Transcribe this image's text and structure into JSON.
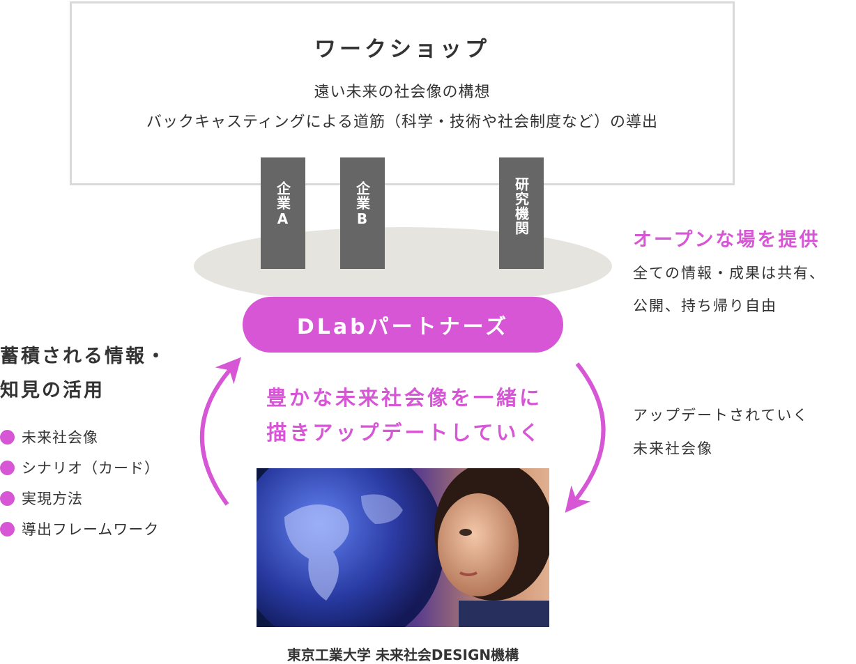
{
  "workshop": {
    "title": "ワークショップ",
    "line1": "遠い未来の社会像の構想",
    "line2": "バックキャスティングによる道筋（科学・技術や社会制度など）の導出"
  },
  "pillars": [
    {
      "label": "企業A"
    },
    {
      "label": "企業B"
    },
    {
      "label": "研究機関"
    }
  ],
  "partners_label": "DLabパートナーズ",
  "center": {
    "line1": "豊かな未来社会像を一緒に",
    "line2": "描きアップデートしていく"
  },
  "left": {
    "heading_line1": "蓄積される情報・",
    "heading_line2": "知見の活用",
    "items": [
      "未来社会像",
      "シナリオ（カード）",
      "実現方法",
      "導出フレームワーク"
    ]
  },
  "right": {
    "heading": "オープンな場を提供",
    "text_line1": "全ての情報・成果は共有、",
    "text_line2": "公開、持ち帰り自由",
    "update_line1": "アップデートされていく",
    "update_line2": "未来社会像"
  },
  "caption": "東京工業大学 未来社会DESIGN機構",
  "colors": {
    "accent": "#d656d6",
    "pillar": "#666666",
    "ellipse": "#e6e4df",
    "border": "#d9d9d9"
  }
}
